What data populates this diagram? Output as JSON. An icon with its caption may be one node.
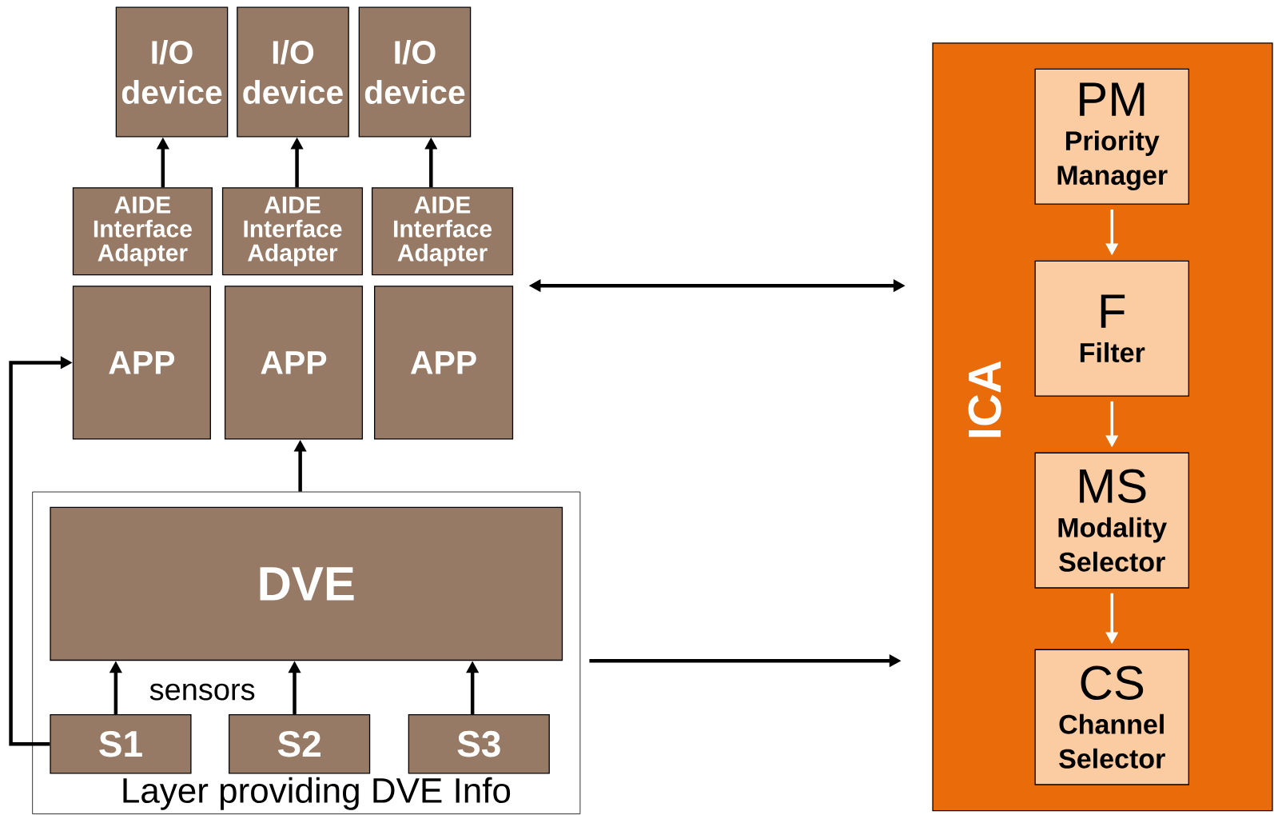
{
  "diagram": {
    "nodes": [
      {
        "text": [
          "I/O device"
        ]
      },
      {
        "text": [
          "I/O device"
        ]
      },
      {
        "text": [
          "I/O device"
        ]
      },
      {
        "text": [
          "AIDE Interface Adapter"
        ]
      },
      {
        "text": [
          "AIDE Interface Adapter"
        ]
      },
      {
        "text": [
          "AIDE Interface Adapter"
        ]
      },
      {
        "text": [
          "APP"
        ]
      },
      {
        "text": [
          "APP"
        ]
      },
      {
        "text": [
          "APP"
        ]
      },
      {
        "text": [
          "Layer providing DVE Info"
        ]
      },
      {
        "text": [
          "DVE"
        ],
        "in": 9
      },
      {
        "text": [
          "S1"
        ],
        "in": 9
      },
      {
        "text": [
          "S2"
        ],
        "in": 9
      },
      {
        "text": [
          "S3"
        ],
        "in": 9
      },
      {
        "text": [
          "ICA"
        ]
      },
      {
        "text": [
          "PM",
          "Priority Manager"
        ],
        "in": 14
      },
      {
        "text": [
          "F",
          "Filter"
        ],
        "in": 14
      },
      {
        "text": [
          "MS",
          "Modality Selector"
        ],
        "in": 14
      },
      {
        "text": [
          "CS",
          "Channel Selector"
        ],
        "in": 14
      }
    ],
    "edges": [
      {
        "from": 3,
        "to": 0,
        "arrow": "to"
      },
      {
        "from": 4,
        "to": 1,
        "arrow": "to"
      },
      {
        "from": 5,
        "to": 2,
        "arrow": "to"
      },
      {
        "from": 9,
        "to": 7,
        "arrow": "to"
      },
      {
        "from": 11,
        "to": 10,
        "arrow": "to"
      },
      {
        "from": 12,
        "to": 10,
        "arrow": "to"
      },
      {
        "from": 13,
        "to": 10,
        "arrow": "to"
      },
      {
        "from": 11,
        "to": 6,
        "arrow": "to"
      },
      {
        "from": 8,
        "to": 14,
        "arrow": "both"
      },
      {
        "from": 9,
        "to": 14,
        "arrow": "to"
      },
      {
        "from": 15,
        "to": 16,
        "arrow": "to",
        "color": "#ffffff"
      },
      {
        "from": 16,
        "to": 17,
        "arrow": "to",
        "color": "#ffffff"
      },
      {
        "from": 17,
        "to": 18,
        "arrow": "to",
        "color": "#ffffff"
      }
    ],
    "labels": [
      "sensors"
    ]
  }
}
